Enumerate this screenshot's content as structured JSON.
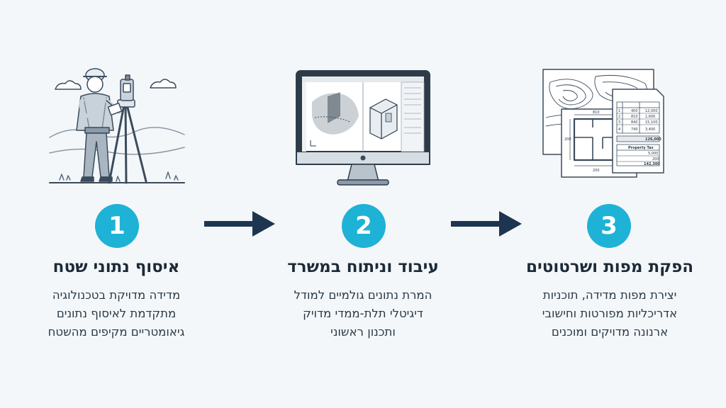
{
  "steps": [
    {
      "number": "1",
      "title": "איסוף נתוני שטח",
      "description_lines": [
        "מדידה מדויקת בטכנולוגיה",
        "מתקדמת לאיסוף נתונים",
        "גיאומטריים מקיפים מהשטח"
      ]
    },
    {
      "number": "2",
      "title": "עיבוד וניתוח במשרד",
      "description_lines": [
        "המרת נתונים גולמיים למודל",
        "דיגיטלי תלת-ממדי מדויק",
        "ותכנון ראשוני"
      ]
    },
    {
      "number": "3",
      "title": "הפקת מפות ושרטוטים",
      "description_lines": [
        "יצירת מפות מדידה, תוכניות",
        "אדריכליות מפורטות וחישובי",
        "ארנונה מדויקים ומוכנים"
      ]
    }
  ],
  "colors": {
    "accent": "#1eb2d6",
    "arrow": "#1d3550",
    "line": "#3b4b5c"
  },
  "icons": [
    "surveyor-icon",
    "computer-monitor-icon",
    "maps-documents-icon",
    "arrow-right-icon"
  ],
  "drawing_text": {
    "table_rows": [
      [
        "1",
        "400",
        "12,000"
      ],
      [
        "2",
        "810",
        "1,600"
      ],
      [
        "3",
        "840",
        "15,100"
      ],
      [
        "4",
        "740",
        "3,400"
      ]
    ],
    "table_total": "126,000",
    "property_tax_title": "Property Tax",
    "tax_rows": [
      [
        "5,000"
      ],
      [
        "200"
      ],
      [
        "142,300"
      ]
    ],
    "dim_top": "810",
    "dim_side": "200",
    "dim_bottom": "200"
  }
}
